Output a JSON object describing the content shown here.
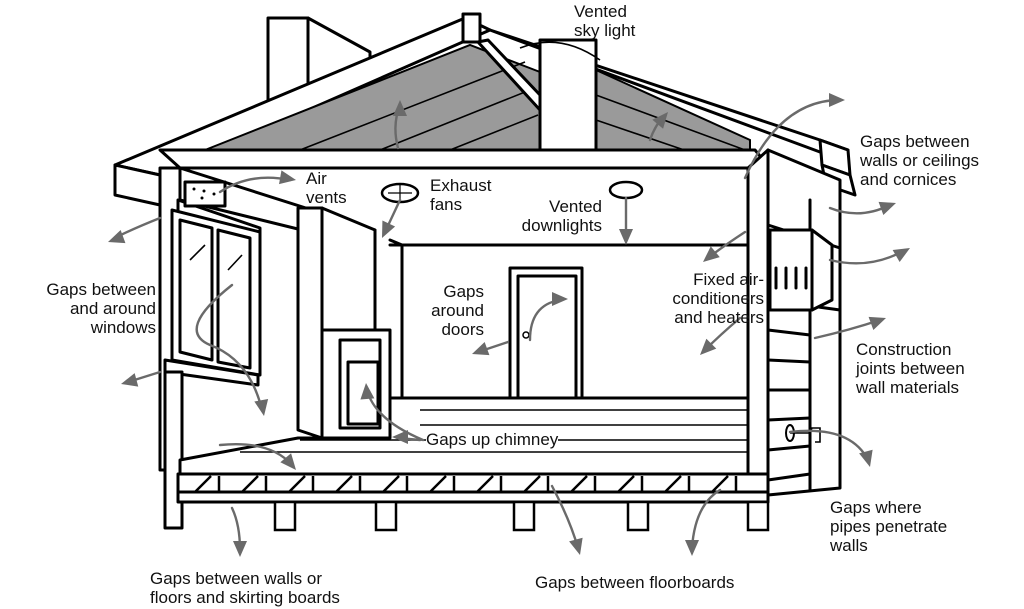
{
  "diagram": {
    "subject": "House cross-section showing sources of air leakage",
    "arrow_color": "#6a6a6a",
    "line_color": "#000000",
    "labels": {
      "vented_sky_light": "Vented\nsky light",
      "gaps_walls_ceilings_cornices": "Gaps between\nwalls or ceilings\nand cornices",
      "air_vents": "Air\nvents",
      "exhaust_fans": "Exhaust\nfans",
      "vented_downlights": "Vented\ndownlights",
      "gaps_windows": "Gaps between\nand around\nwindows",
      "gaps_doors": "Gaps\naround\ndoors",
      "fixed_ac_heaters": "Fixed air-\nconditioners\nand heaters",
      "construction_joints": "Construction\njoints between\nwall materials",
      "gaps_chimney": "Gaps up chimney",
      "gaps_pipes": "Gaps where\npipes penetrate\nwalls",
      "gaps_skirting": "Gaps between walls or\nfloors and skirting boards",
      "gaps_floorboards": "Gaps between floorboards"
    }
  }
}
